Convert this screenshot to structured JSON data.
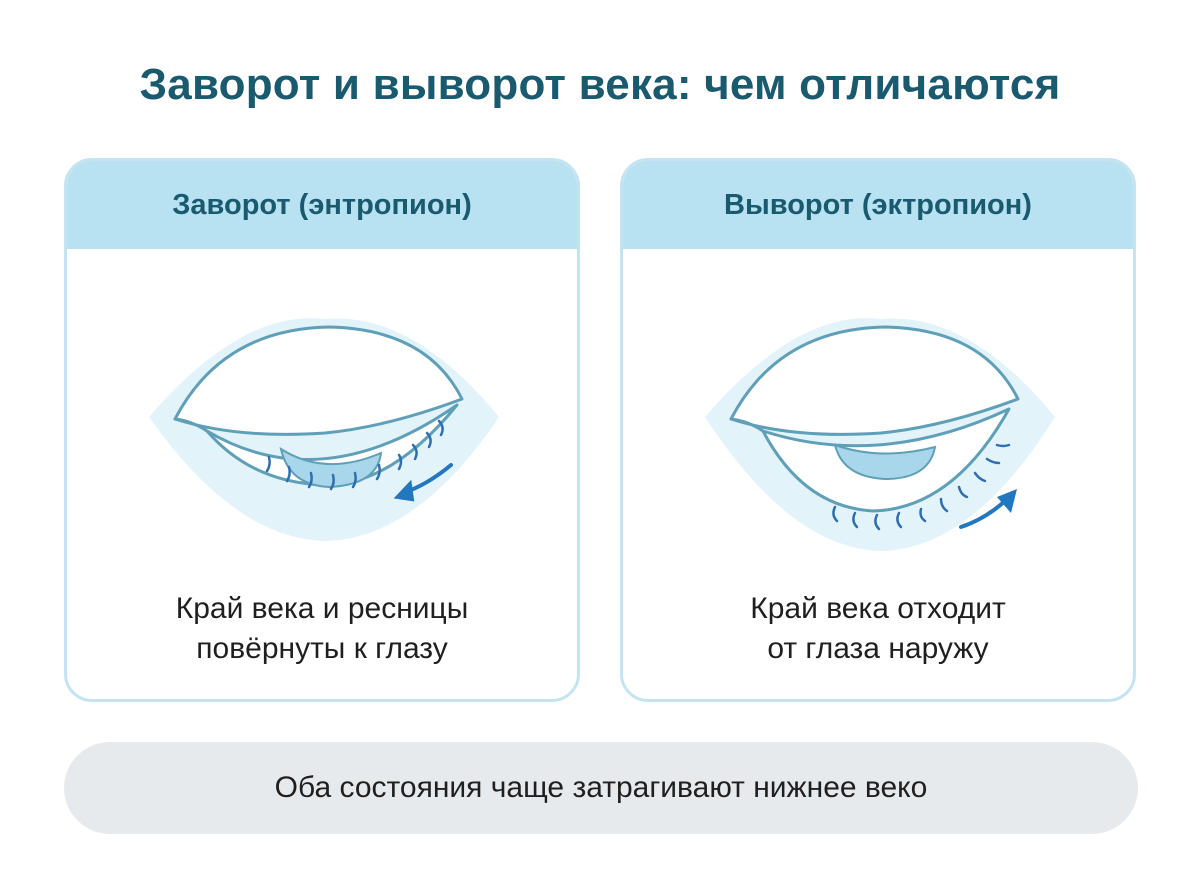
{
  "title": "Заворот и выворот века: чем отличаются",
  "cards": [
    {
      "heading": "Заворот (энтропион)",
      "description_lines": [
        "Край века и ресницы",
        "повёрнуты к глазу"
      ],
      "arrow": "inward"
    },
    {
      "heading": "Выворот (эктропион)",
      "description_lines": [
        "Край века отходит",
        "от глаза наружу"
      ],
      "arrow": "outward"
    }
  ],
  "footer": "Оба состояния чаще затрагивают нижнее веко",
  "colors": {
    "title": "#1a5a6e",
    "header_bg": "#b8e1f2",
    "card_border": "#c4e4f2",
    "eye_outline": "#5f9fb7",
    "eye_glow": "#e3f3fa",
    "iris": "#a8d6ea",
    "lashes": "#2f6fb0",
    "arrow": "#2377bf",
    "footer_bg": "#e7eaec"
  },
  "icons": [
    "closed-eye-entropion-icon",
    "closed-eye-ectropion-icon",
    "inward-arrow-icon",
    "outward-arrow-icon"
  ]
}
